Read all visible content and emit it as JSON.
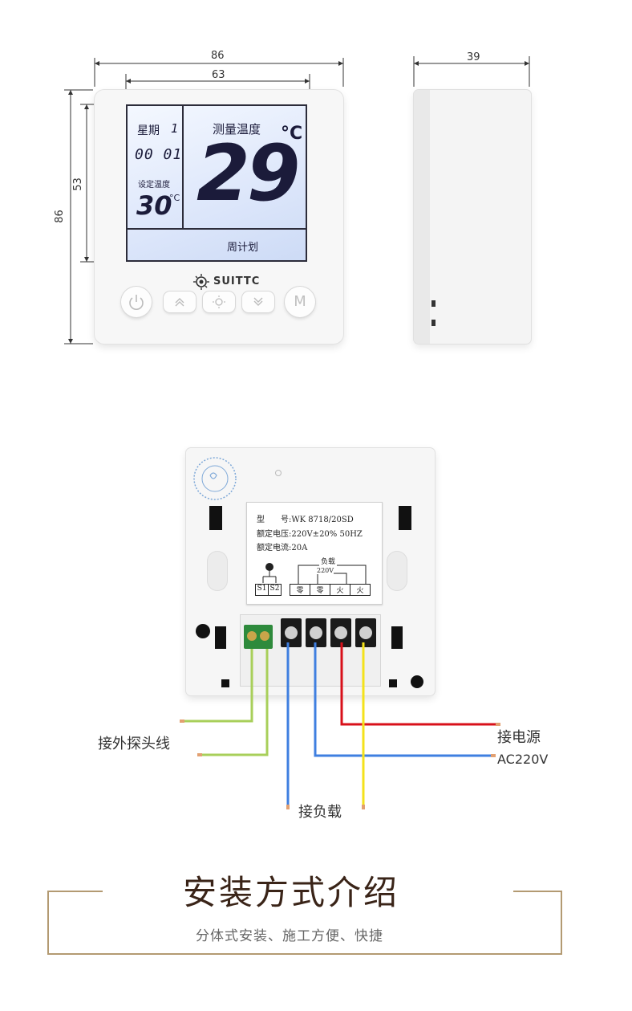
{
  "dimensions": {
    "front_width_outer": "86",
    "front_width_screen": "63",
    "front_height_outer": "86",
    "front_height_screen": "53",
    "side_depth": "39"
  },
  "display": {
    "weekday_label": "星期",
    "weekday_value": "1",
    "time": "00 01",
    "set_temp_label": "设定温度",
    "set_temp_value": "30",
    "set_temp_unit": "°C",
    "measured_label": "测量温度",
    "measured_value": "29",
    "measured_unit": "°C",
    "mode": "周计划"
  },
  "brand": "SUITTC",
  "buttons": [
    "power",
    "up",
    "sun",
    "down",
    "M"
  ],
  "button_m_label": "M",
  "label_plate": {
    "model_key": "型　　号:",
    "model_val": "WK 8718/20SD",
    "voltage_key": "额定电压:",
    "voltage_val": "220V±20% 50HZ",
    "current_key": "额定电流:",
    "current_val": "20A",
    "load_label": "负载",
    "load_voltage": "220V",
    "terminals": [
      "S1",
      "S2",
      "零",
      "零",
      "火",
      "火"
    ]
  },
  "annotations": {
    "probe": "接外探头线",
    "load": "接负载",
    "power": "接电源",
    "ac": "AC220V"
  },
  "section": {
    "title": "安装方式介绍",
    "subtitle": "分体式安装、施工方便、快捷"
  },
  "colors": {
    "wire_green": "#a8cf5a",
    "wire_blue": "#3f7fe0",
    "wire_red": "#d8101a",
    "wire_yellow": "#f4e21b",
    "frame_gold": "#b39a72",
    "title_brown": "#3a2418"
  }
}
